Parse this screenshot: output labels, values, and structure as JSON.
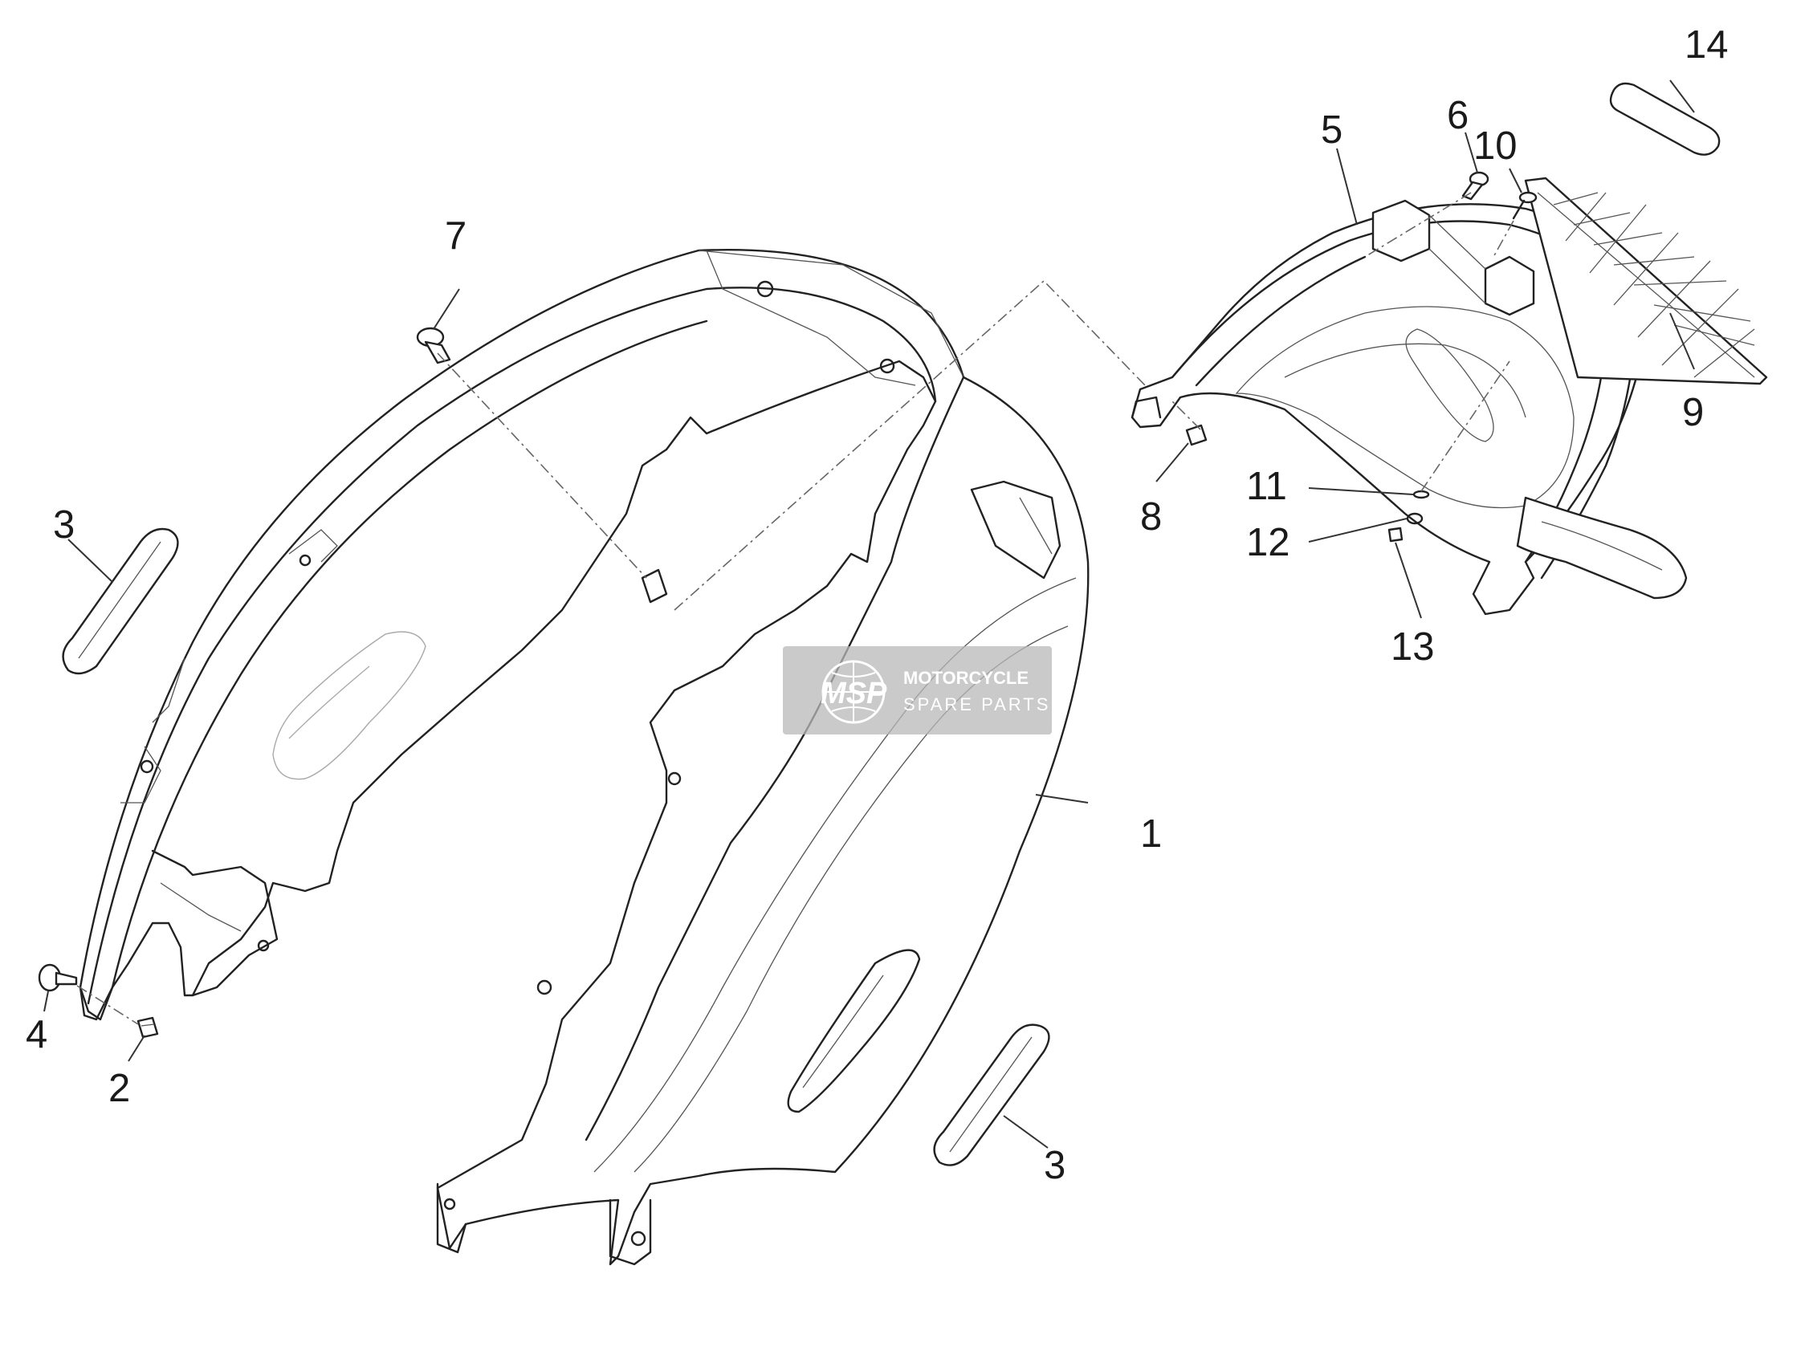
{
  "callouts": {
    "c1": "1",
    "c2": "2",
    "c3a": "3",
    "c3b": "3",
    "c4": "4",
    "c5": "5",
    "c6": "6",
    "c7": "7",
    "c8": "8",
    "c9": "9",
    "c10": "10",
    "c11": "11",
    "c12": "12",
    "c13": "13",
    "c14": "14"
  },
  "watermark": {
    "logo": "MSP",
    "line1": "MOTORCYCLE",
    "line2": "SPARE PARTS",
    "color_logo": "#f4a582"
  }
}
